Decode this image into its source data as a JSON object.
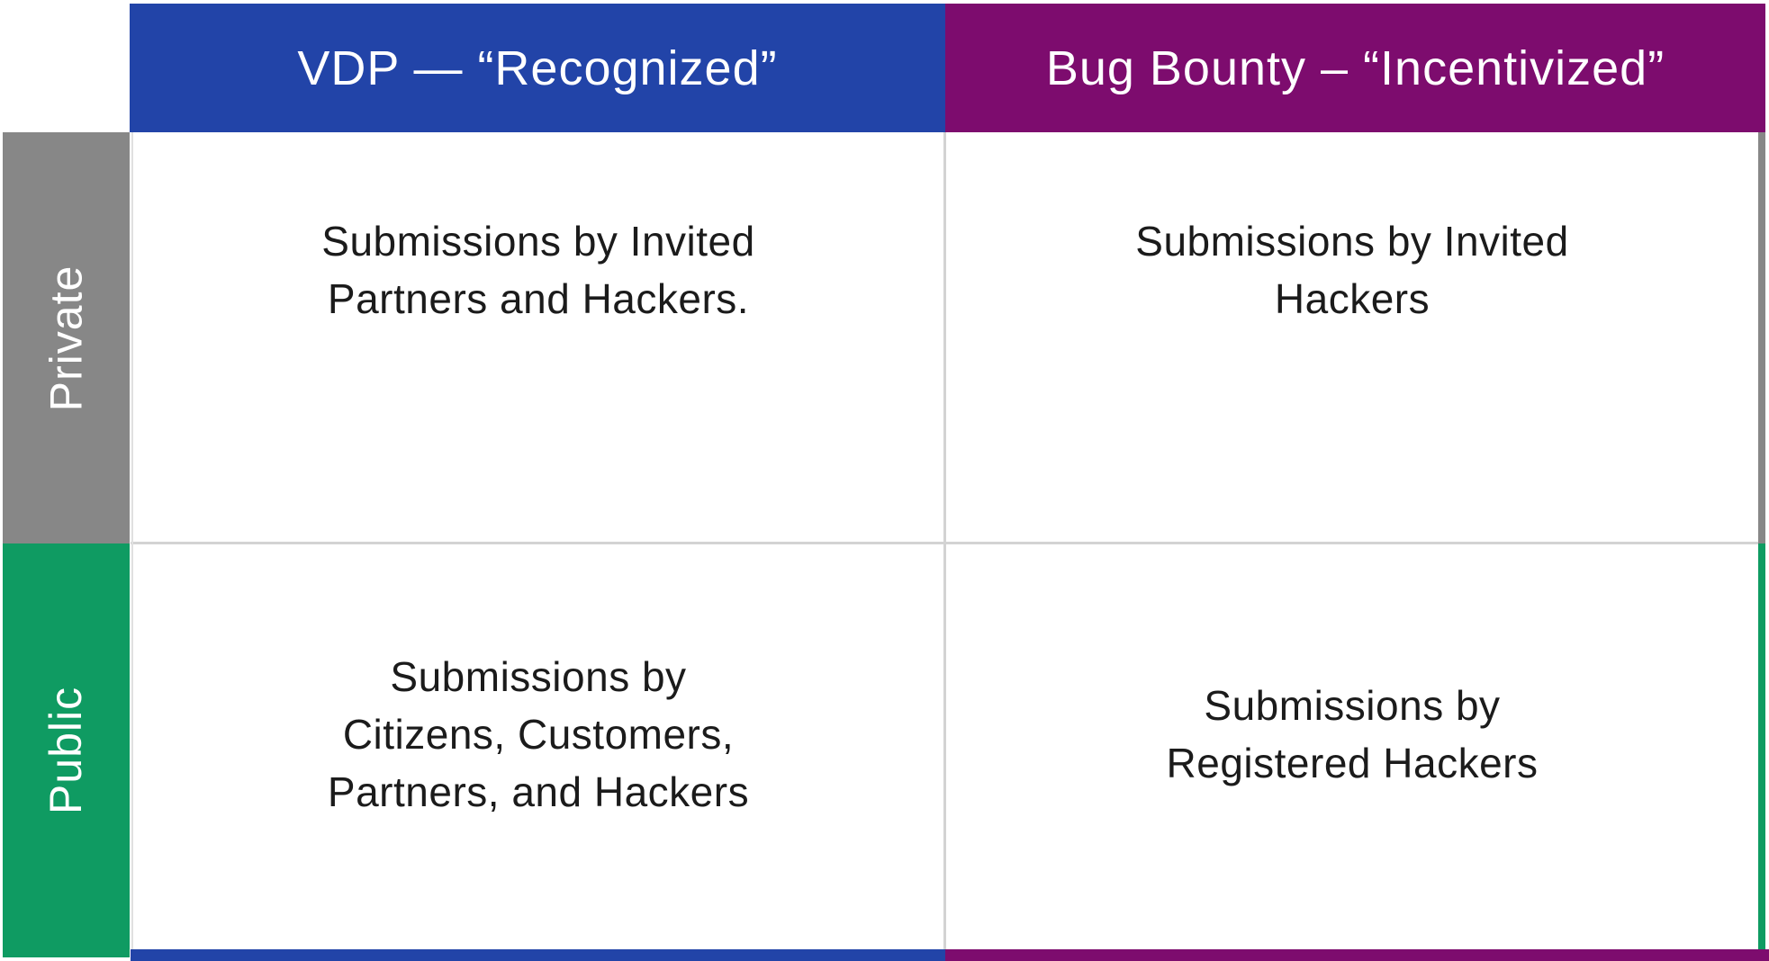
{
  "colors": {
    "vdp_blue": "#2244A8",
    "bug_bounty_purple": "#7D0C6E",
    "private_gray": "#878787",
    "public_green": "#0F9B62",
    "divider": "#D3D3D3",
    "divider_light": "#E0E0E0",
    "cell_text": "#1B1B1B",
    "header_text": "#FFFFFF"
  },
  "matrix": {
    "column_headers": [
      {
        "id": "vdp",
        "label": "VDP — “Recognized”"
      },
      {
        "id": "bug_bounty",
        "label": "Bug Bounty – “Incentivized”"
      }
    ],
    "row_headers": [
      {
        "id": "private",
        "label": "Private"
      },
      {
        "id": "public",
        "label": "Public"
      }
    ],
    "cells": [
      {
        "row": "Private",
        "column": "VDP — “Recognized”",
        "text": "Submissions by Invited Partners and Hackers.",
        "lines": [
          "Submissions by Invited",
          "Partners and Hackers."
        ]
      },
      {
        "row": "Private",
        "column": "Bug Bounty – “Incentivized”",
        "text": "Submissions by Invited Hackers",
        "lines": [
          "Submissions by Invited",
          "Hackers"
        ]
      },
      {
        "row": "Public",
        "column": "VDP — “Recognized”",
        "text": "Submissions by Citizens, Customers, Partners, and Hackers",
        "lines": [
          "Submissions by",
          "Citizens, Customers,",
          "Partners, and Hackers"
        ]
      },
      {
        "row": "Public",
        "column": "Bug Bounty – “Incentivized”",
        "text": "Submissions by Registered Hackers",
        "lines": [
          "Submissions by",
          "Registered Hackers"
        ]
      }
    ]
  }
}
